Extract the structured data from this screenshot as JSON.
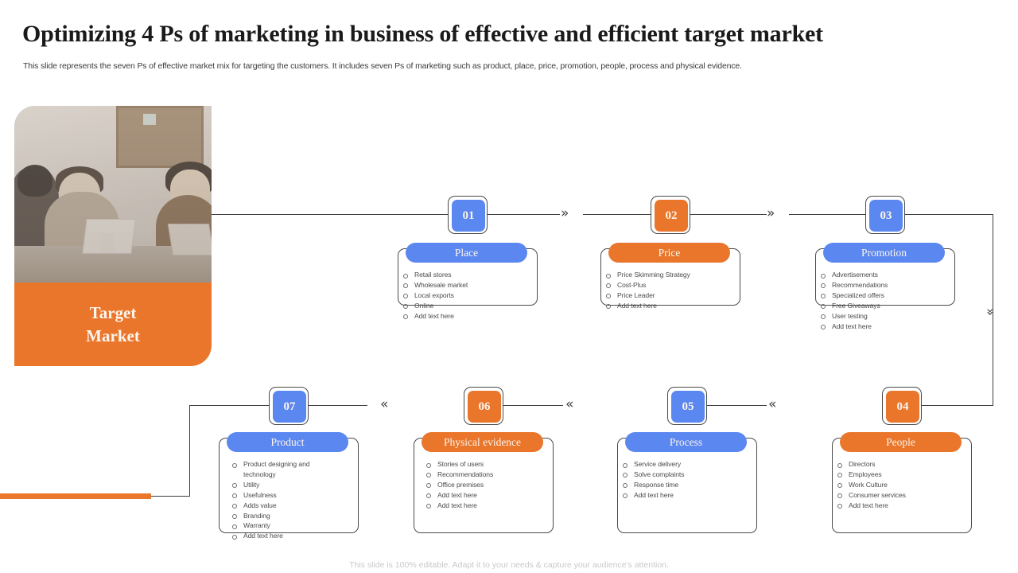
{
  "slide": {
    "title": "Optimizing 4 Ps of marketing in business of effective and efficient target market",
    "subtitle": "This slide represents the seven Ps of effective market mix for targeting the customers. It includes seven Ps of marketing such as product, place, price, promotion, people, process and physical evidence.",
    "footer": "This slide is 100% editable. Adapt it to your needs & capture your audience's attention."
  },
  "colors": {
    "blue": "#5b87f0",
    "orange": "#e9762b",
    "line": "#3d3d3d",
    "text": "#4b4b4b"
  },
  "target_panel": {
    "label_line1": "Target",
    "label_line2": "Market",
    "photo_alt": "team-meeting-photo"
  },
  "separators": {
    "forward": "»",
    "backward": "«",
    "down": "»"
  },
  "steps": [
    {
      "number": "01",
      "title": "Place",
      "color": "blue",
      "items": [
        "Retail stores",
        "Wholesale market",
        "Local exports",
        "Online",
        "Add text here"
      ]
    },
    {
      "number": "02",
      "title": "Price",
      "color": "orange",
      "items": [
        "Price Skimming Strategy",
        "Cost-Plus",
        "Price Leader",
        "Add text here"
      ]
    },
    {
      "number": "03",
      "title": "Promotion",
      "color": "blue",
      "items": [
        "Advertisements",
        "Recommendations",
        "Specialized offers",
        "Free Giveaways",
        "User testing",
        "Add text here"
      ]
    },
    {
      "number": "04",
      "title": "People",
      "color": "orange",
      "items": [
        "Directors",
        "Employees",
        "Work Culture",
        "Consumer services",
        "Add text here"
      ]
    },
    {
      "number": "05",
      "title": "Process",
      "color": "blue",
      "items": [
        "Service delivery",
        "Solve complaints",
        "Response time",
        "Add text here"
      ]
    },
    {
      "number": "06",
      "title": "Physical evidence",
      "color": "orange",
      "items": [
        "Stories of users",
        "Recommendations",
        "Office premises",
        "Add text here",
        "Add text here"
      ]
    },
    {
      "number": "07",
      "title": "Product",
      "color": "blue",
      "items": [
        "Product designing and technology",
        "Utility",
        "Usefulness",
        "Adds value",
        "Branding",
        "Warranty",
        "Add text here"
      ]
    }
  ]
}
